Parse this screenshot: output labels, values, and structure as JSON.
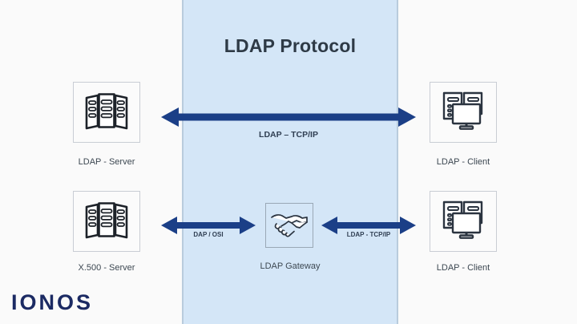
{
  "diagram": {
    "title": "LDAP Protocol",
    "brand": "IONOS",
    "colors": {
      "band": "#d4e6f7",
      "band_border": "#b9ccdd",
      "arrow": "#1b3f87",
      "title_text": "#2e3a46",
      "label_text": "#3d4852",
      "brand": "#1b2a63",
      "background": "#fafafa",
      "node_border": "#c9cdd4",
      "icon_stroke": "#2b3440"
    },
    "nodes": [
      {
        "id": "ldap-server",
        "label": "LDAP - Server",
        "icon": "server-rack-icon",
        "row": 1,
        "side": "left"
      },
      {
        "id": "ldap-client-top",
        "label": "LDAP - Client",
        "icon": "desktop-client-icon",
        "row": 1,
        "side": "right"
      },
      {
        "id": "x500-server",
        "label": "X.500 - Server",
        "icon": "server-rack-icon",
        "row": 2,
        "side": "left"
      },
      {
        "id": "ldap-gateway",
        "label": "LDAP Gateway",
        "icon": "handshake-icon",
        "row": 2,
        "side": "center"
      },
      {
        "id": "ldap-client-bottom",
        "label": "LDAP - Client",
        "icon": "desktop-client-icon",
        "row": 2,
        "side": "right"
      }
    ],
    "connections": [
      {
        "id": "conn-top",
        "label": "LDAP – TCP/IP",
        "from": "ldap-server",
        "to": "ldap-client-top",
        "style": "double-arrow"
      },
      {
        "id": "conn-bottom-left",
        "label": "DAP / OSI",
        "from": "x500-server",
        "to": "ldap-gateway",
        "style": "double-arrow"
      },
      {
        "id": "conn-bottom-right",
        "label": "LDAP - TCP/IP",
        "from": "ldap-gateway",
        "to": "ldap-client-bottom",
        "style": "double-arrow"
      }
    ]
  }
}
